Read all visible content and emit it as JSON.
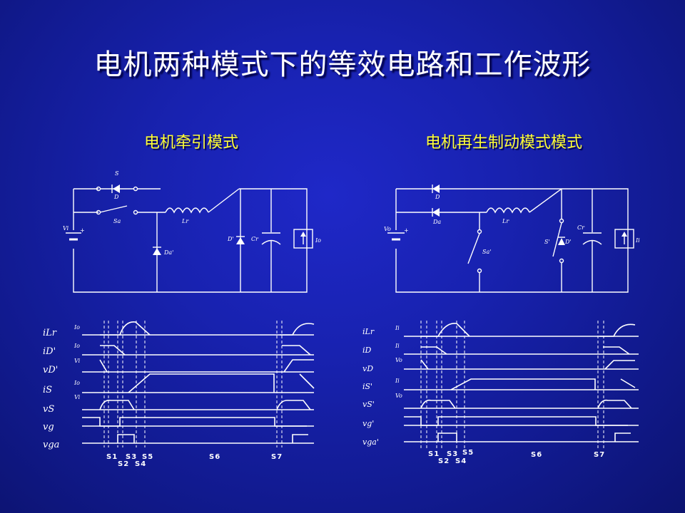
{
  "slide": {
    "title": "电机两种模式下的等效电路和工作波形",
    "left_heading": "电机牵引模式",
    "right_heading": "电机再生制动模式模式"
  },
  "left_circuit": {
    "labels": {
      "S": "S",
      "D": "D",
      "Sa": "Sa",
      "Lr": "Lr",
      "Vi": "Vi",
      "Da": "Da'",
      "Dp": "D'",
      "Cr": "Cr",
      "Io": "Io"
    }
  },
  "right_circuit": {
    "labels": {
      "D": "D",
      "Da": "Da",
      "Lr": "Lr",
      "Vo": "Vo",
      "Sa": "Sa'",
      "Sp": "S'",
      "Dp": "D'",
      "Cr": "Cr",
      "Ii": "Ii"
    }
  },
  "left_waves": {
    "signals": [
      "iLr",
      "iD'",
      "vD'",
      "iS",
      "vS",
      "vg",
      "vga"
    ],
    "ticks": [
      "Io",
      "Io",
      "Vi",
      "Io",
      "Vi"
    ],
    "stages_top": [
      "S1",
      "S3",
      "S5",
      "S6",
      "S7"
    ],
    "stages_bottom": [
      "S2",
      "S4"
    ]
  },
  "right_waves": {
    "signals": [
      "iLr",
      "iD",
      "vD",
      "iS'",
      "vS'",
      "vg'",
      "vga'"
    ],
    "ticks": [
      "Ii",
      "Ii",
      "Vo",
      "Ii",
      "Vo"
    ],
    "stages_top": [
      "S1",
      "S3",
      "S5",
      "S6",
      "S7"
    ],
    "stages_bottom": [
      "S2",
      "S4"
    ]
  }
}
